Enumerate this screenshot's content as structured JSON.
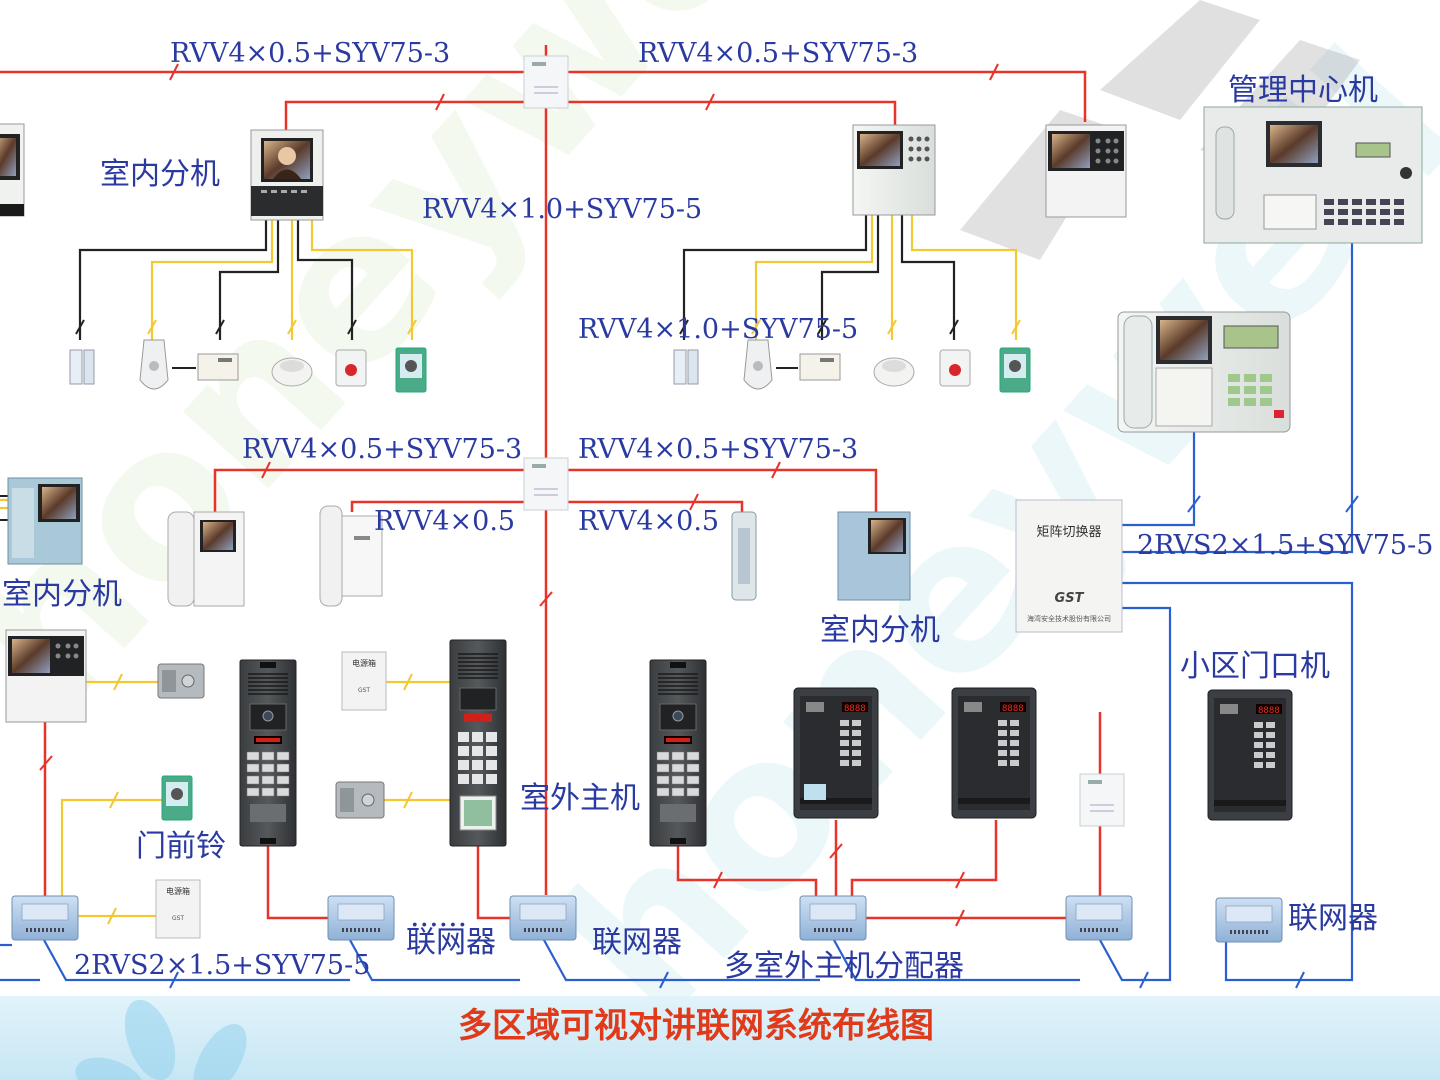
{
  "title": "多区域可视对讲联网系统布线图",
  "colors": {
    "power_line": "#e8332a",
    "signal_line": "#2a5fd0",
    "sensor_line": "#f2c833",
    "sensor_line_dark": "#222222",
    "label": "#2a3aa0",
    "title": "#e03a1a",
    "footer_band": "#cdeaf6"
  },
  "watermark": "honeywell.com",
  "cable_labels": {
    "top_left": "RVV4×0.5+SYV75-3",
    "top_right": "RVV4×0.5+SYV75-3",
    "riser_upper": "RVV4×1.0+SYV75-5",
    "riser_right": "RVV4×1.0+SYV75-5",
    "mid_left": "RVV4×0.5+SYV75-3",
    "mid_right": "RVV4×0.5+SYV75-3",
    "mid_short_left": "RVV4×0.5",
    "mid_short_right": "RVV4×0.5",
    "matrix_right": "2RVS2×1.5+SYV75-5",
    "bottom_left": "2RVS2×1.5+SYV75-5"
  },
  "device_labels": {
    "management_center": "管理中心机",
    "indoor_unit_top": "室内分机",
    "indoor_unit_left": "室内分机",
    "indoor_unit_right": "室内分机",
    "community_gate": "小区门口机",
    "doorbell": "门前铃",
    "outdoor_main": "室外主机",
    "networker_1": "联网器",
    "networker_2": "联网器",
    "networker_3": "联网器",
    "multi_outdoor_distributor": "多室外主机分配器",
    "ellipsis": "......"
  },
  "device_text": {
    "matrix_switch": "矩阵切换器",
    "matrix_brand": "GST",
    "matrix_company": "海湾安全技术股份有限公司",
    "power_box": "电源箱",
    "power_box_brand": "GST",
    "digits": "8888"
  }
}
